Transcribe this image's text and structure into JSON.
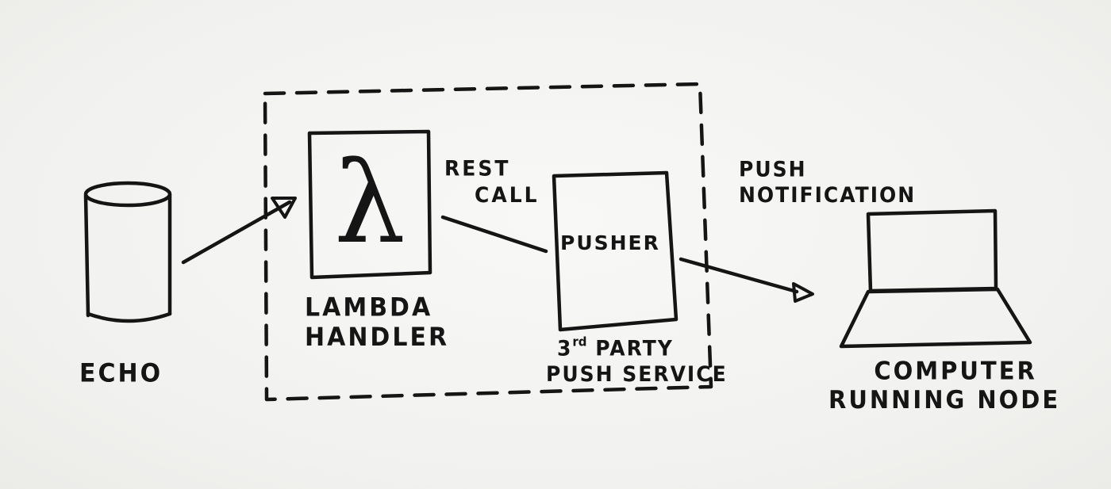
{
  "nodes": {
    "echo": {
      "label": "ECHO"
    },
    "lambda": {
      "symbol": "λ",
      "caption_lines": [
        "LAMBDA",
        "HANDLER"
      ]
    },
    "pusher": {
      "label": "PUSHER",
      "caption_line1_num": "3",
      "caption_line1_sup": "rd",
      "caption_line1_rest": " PARTY",
      "caption_line2": "PUSH SERVICE"
    },
    "computer": {
      "caption_lines": [
        "COMPUTER",
        "RUNNING NODE"
      ]
    }
  },
  "edges": {
    "rest_call": {
      "lines": [
        "REST",
        "CALL"
      ]
    },
    "push_notification": {
      "lines": [
        "PUSH",
        "NOTIFICATION"
      ]
    }
  },
  "style": {
    "ink_color": "#151515",
    "paper_color": "#f3f3f1"
  }
}
